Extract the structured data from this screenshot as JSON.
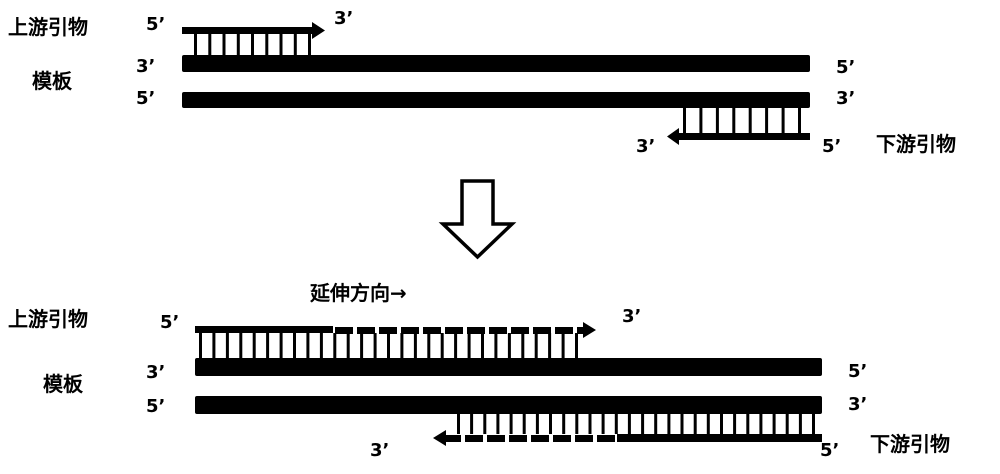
{
  "colors": {
    "strand": "#000000",
    "background": "#ffffff"
  },
  "top": {
    "upstream_primer_label": "上游引物",
    "template_label": "模板",
    "downstream_primer_label": "下游引物",
    "upstream_primer": {
      "five_prime": "5’",
      "three_prime": "3’",
      "rungs": 9
    },
    "template_strand_1": {
      "left_end": "3’",
      "right_end": "5’"
    },
    "template_strand_2": {
      "left_end": "5’",
      "right_end": "3’"
    },
    "downstream_primer": {
      "three_prime": "3’",
      "five_prime": "5’",
      "rungs": 8
    }
  },
  "transition_arrow": "down-arrow-icon",
  "bottom": {
    "extension_direction_label": "延伸方向→",
    "upstream_primer_label": "上游引物",
    "template_label": "模板",
    "downstream_primer_label": "下游引物",
    "upstream_primer": {
      "five_prime": "5’",
      "three_prime": "3’",
      "rungs": 29
    },
    "template_strand_1": {
      "left_end": "3’",
      "right_end": "5’"
    },
    "template_strand_2": {
      "left_end": "5’",
      "right_end": "3’"
    },
    "downstream_primer": {
      "three_prime": "3’",
      "five_prime": "5’",
      "rungs": 28
    }
  }
}
